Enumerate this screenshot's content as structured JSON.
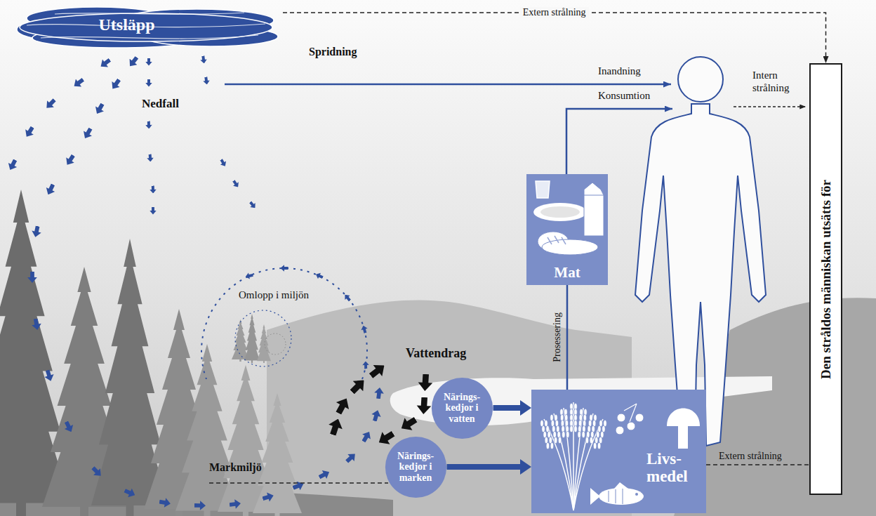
{
  "diagram": {
    "nodes": [
      {
        "text": [
          "Utsläpp"
        ]
      },
      {
        "text": [
          "Mat"
        ]
      },
      {
        "text": [
          "Närings- kedjor i vatten"
        ]
      },
      {
        "text": [
          "Närings- kedjor i marken"
        ]
      },
      {
        "text": [
          "Livs- medel"
        ]
      },
      {
        "text": [
          "Den stråldos människan utsätts för"
        ]
      }
    ],
    "edges": [
      {
        "from": 0,
        "to": 5,
        "label": "Extern strålning",
        "arrow": "to"
      },
      {
        "from": 4,
        "to": 1,
        "label": "Prosessering",
        "arrow": "none"
      },
      {
        "from": 2,
        "to": 4,
        "arrow": "to"
      },
      {
        "from": 3,
        "to": 4,
        "arrow": "to"
      },
      {
        "from": 4,
        "to": 5,
        "label": "Extern strålning",
        "arrow": "to"
      }
    ],
    "labels": [
      "Spridning",
      "Nedfall",
      "Omlopp i miljön",
      "Vattendrag",
      "Markmiljö",
      "Inandning",
      "Konsumtion",
      "Intern strålning"
    ]
  }
}
